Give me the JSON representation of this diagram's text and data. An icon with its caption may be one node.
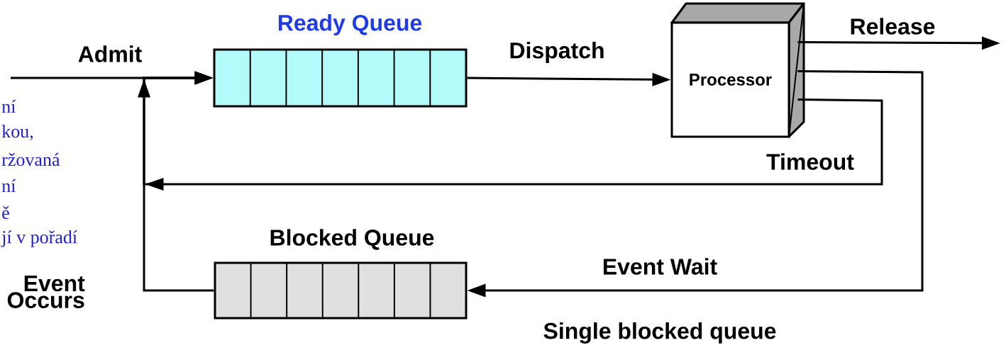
{
  "diagram": {
    "nodes": [
      {
        "text": [
          "Ready Queue"
        ]
      },
      {
        "text": [
          "Blocked Queue"
        ]
      },
      {
        "text": [
          "Processor"
        ]
      }
    ],
    "edges": [
      {
        "from": null,
        "to": 0,
        "arrow": "to",
        "label": "Admit"
      },
      {
        "from": 0,
        "to": 2,
        "arrow": "to",
        "label": "Dispatch"
      },
      {
        "from": 2,
        "to": null,
        "arrow": "to",
        "label": "Release"
      },
      {
        "from": 2,
        "to": 0,
        "arrow": "to",
        "label": "Timeout"
      },
      {
        "from": 2,
        "to": 1,
        "arrow": "to",
        "label": "Event Wait"
      },
      {
        "from": 1,
        "to": 0,
        "arrow": "to",
        "label": "Event Occurs"
      }
    ],
    "labels": [
      "ní",
      "kou,",
      "ržovaná",
      "ní",
      "ě",
      "jí v pořadí",
      "Single blocked queue"
    ]
  }
}
